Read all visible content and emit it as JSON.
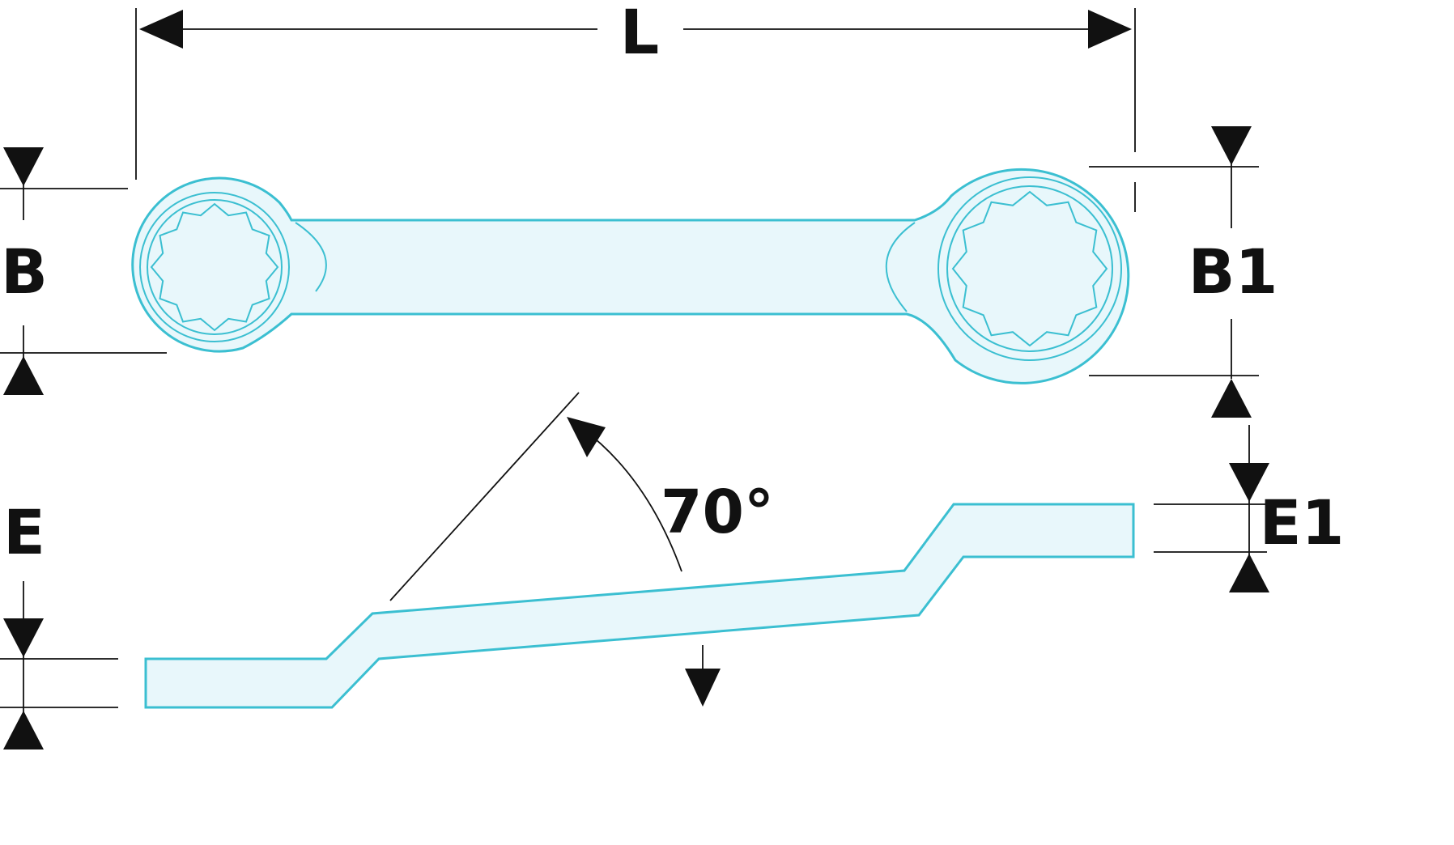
{
  "labels": {
    "L": "L",
    "B": "B",
    "B1": "B1",
    "E": "E",
    "E1": "E1",
    "angle": "70°"
  },
  "colors": {
    "outline": "#3bbfd1",
    "fill": "#e8f7fb",
    "ink": "#111111"
  }
}
